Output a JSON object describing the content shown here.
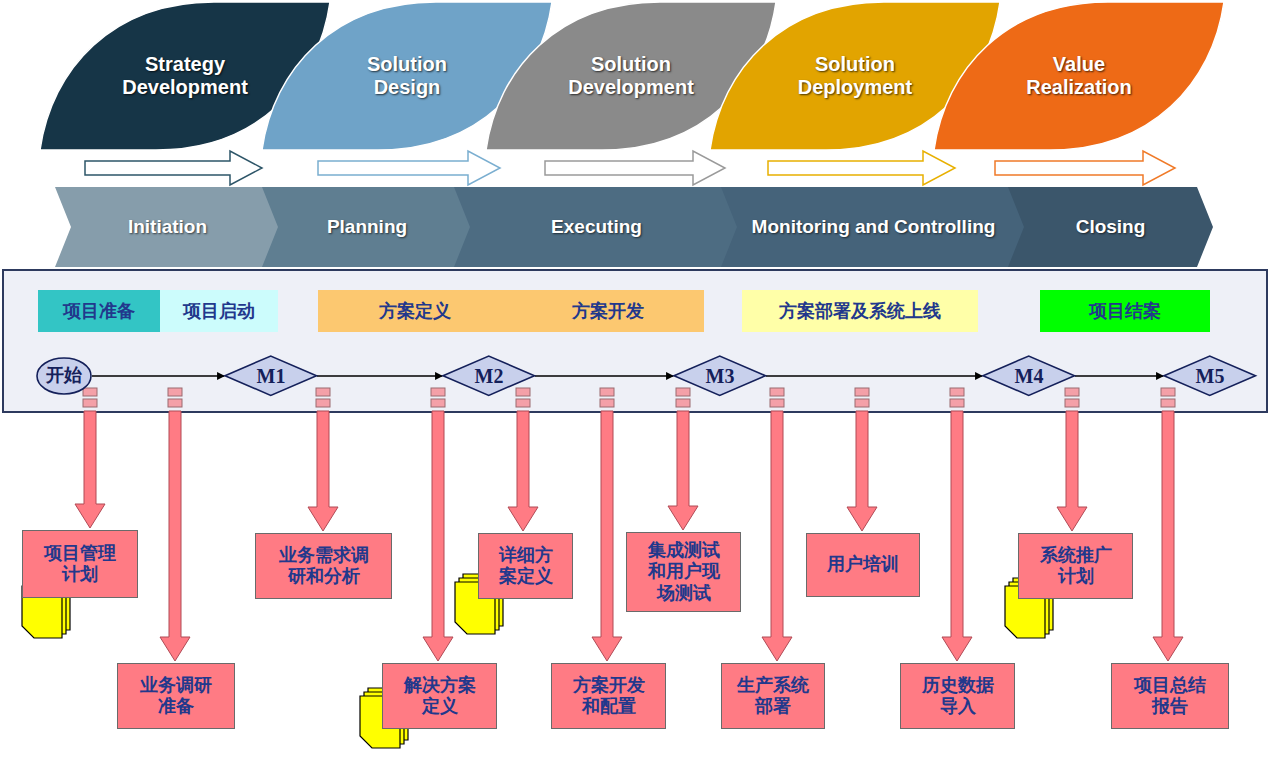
{
  "diagram": {
    "nodes": [
      {
        "text": [
          "Strategy Development"
        ]
      },
      {
        "text": [
          "Solution Design"
        ]
      },
      {
        "text": [
          "Solution Development"
        ]
      },
      {
        "text": [
          "Solution Deployment"
        ]
      },
      {
        "text": [
          "Value Realization"
        ]
      },
      {
        "text": [
          "Initiation"
        ]
      },
      {
        "text": [
          "Planning"
        ]
      },
      {
        "text": [
          "Executing"
        ]
      },
      {
        "text": [
          "Monitoring and Controlling"
        ]
      },
      {
        "text": [
          "Closing"
        ]
      },
      {
        "text": [
          "项目准备"
        ]
      },
      {
        "text": [
          "项目启动"
        ]
      },
      {
        "text": [
          "方案定义",
          "方案开发"
        ]
      },
      {
        "text": [
          "方案部署及系统上线"
        ]
      },
      {
        "text": [
          "项目结案"
        ]
      },
      {
        "text": [
          "开始"
        ]
      },
      {
        "text": [
          "M1"
        ]
      },
      {
        "text": [
          "M2"
        ]
      },
      {
        "text": [
          "M3"
        ]
      },
      {
        "text": [
          "M4"
        ]
      },
      {
        "text": [
          "M5"
        ]
      },
      {
        "text": [
          "项目管理 计划"
        ]
      },
      {
        "text": [
          "业务调研 准备"
        ]
      },
      {
        "text": [
          "业务需求调 研和分析"
        ]
      },
      {
        "text": [
          "解决方案 定义"
        ]
      },
      {
        "text": [
          "详细方 案定义"
        ]
      },
      {
        "text": [
          "方案开发 和配置"
        ]
      },
      {
        "text": [
          "集成测试 和用户现 场测试"
        ]
      },
      {
        "text": [
          "生产系统 部署"
        ]
      },
      {
        "text": [
          "用户培训"
        ]
      },
      {
        "text": [
          "历史数据 导入"
        ]
      },
      {
        "text": [
          "系统推广 计划"
        ]
      },
      {
        "text": [
          "项目总结 报告"
        ]
      }
    ],
    "edges": [
      {
        "from": 15,
        "to": 16,
        "arrow": "to"
      },
      {
        "from": 16,
        "to": 17,
        "arrow": "to"
      },
      {
        "from": 17,
        "to": 18,
        "arrow": "to"
      },
      {
        "from": 18,
        "to": 19,
        "arrow": "to"
      },
      {
        "from": 19,
        "to": 20,
        "arrow": "to"
      }
    ]
  }
}
